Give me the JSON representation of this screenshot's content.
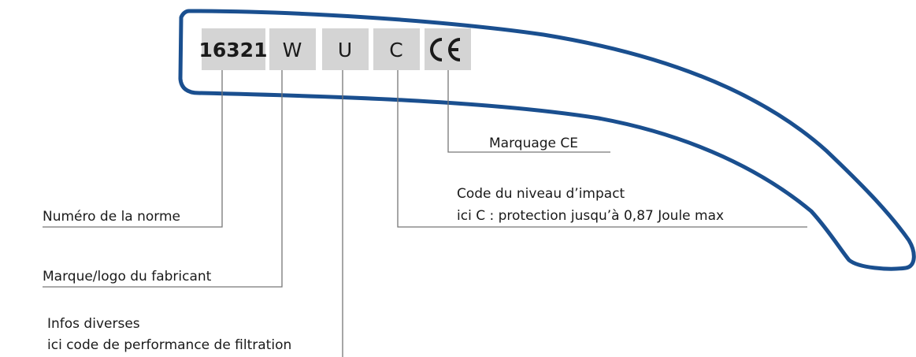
{
  "diagram": {
    "colors": {
      "outline": "#1a4f8f",
      "box": "#d4d4d4",
      "leader": "#777777",
      "text": "#1a1a1a"
    },
    "marks": {
      "norm": "16321",
      "manufacturer": "W",
      "info": "U",
      "impact": "C",
      "ce_mark": "CE"
    },
    "labels": {
      "norm": "Numéro de la norme",
      "manufacturer": "Marque/logo du fabricant",
      "info_line1": "Infos diverses",
      "info_line2": "ici code de performance de filtration",
      "impact_line1": "Code du niveau d’impact",
      "impact_line2": "ici C : protection jusqu’à 0,87 Joule max",
      "ce": "Marquage CE"
    }
  }
}
